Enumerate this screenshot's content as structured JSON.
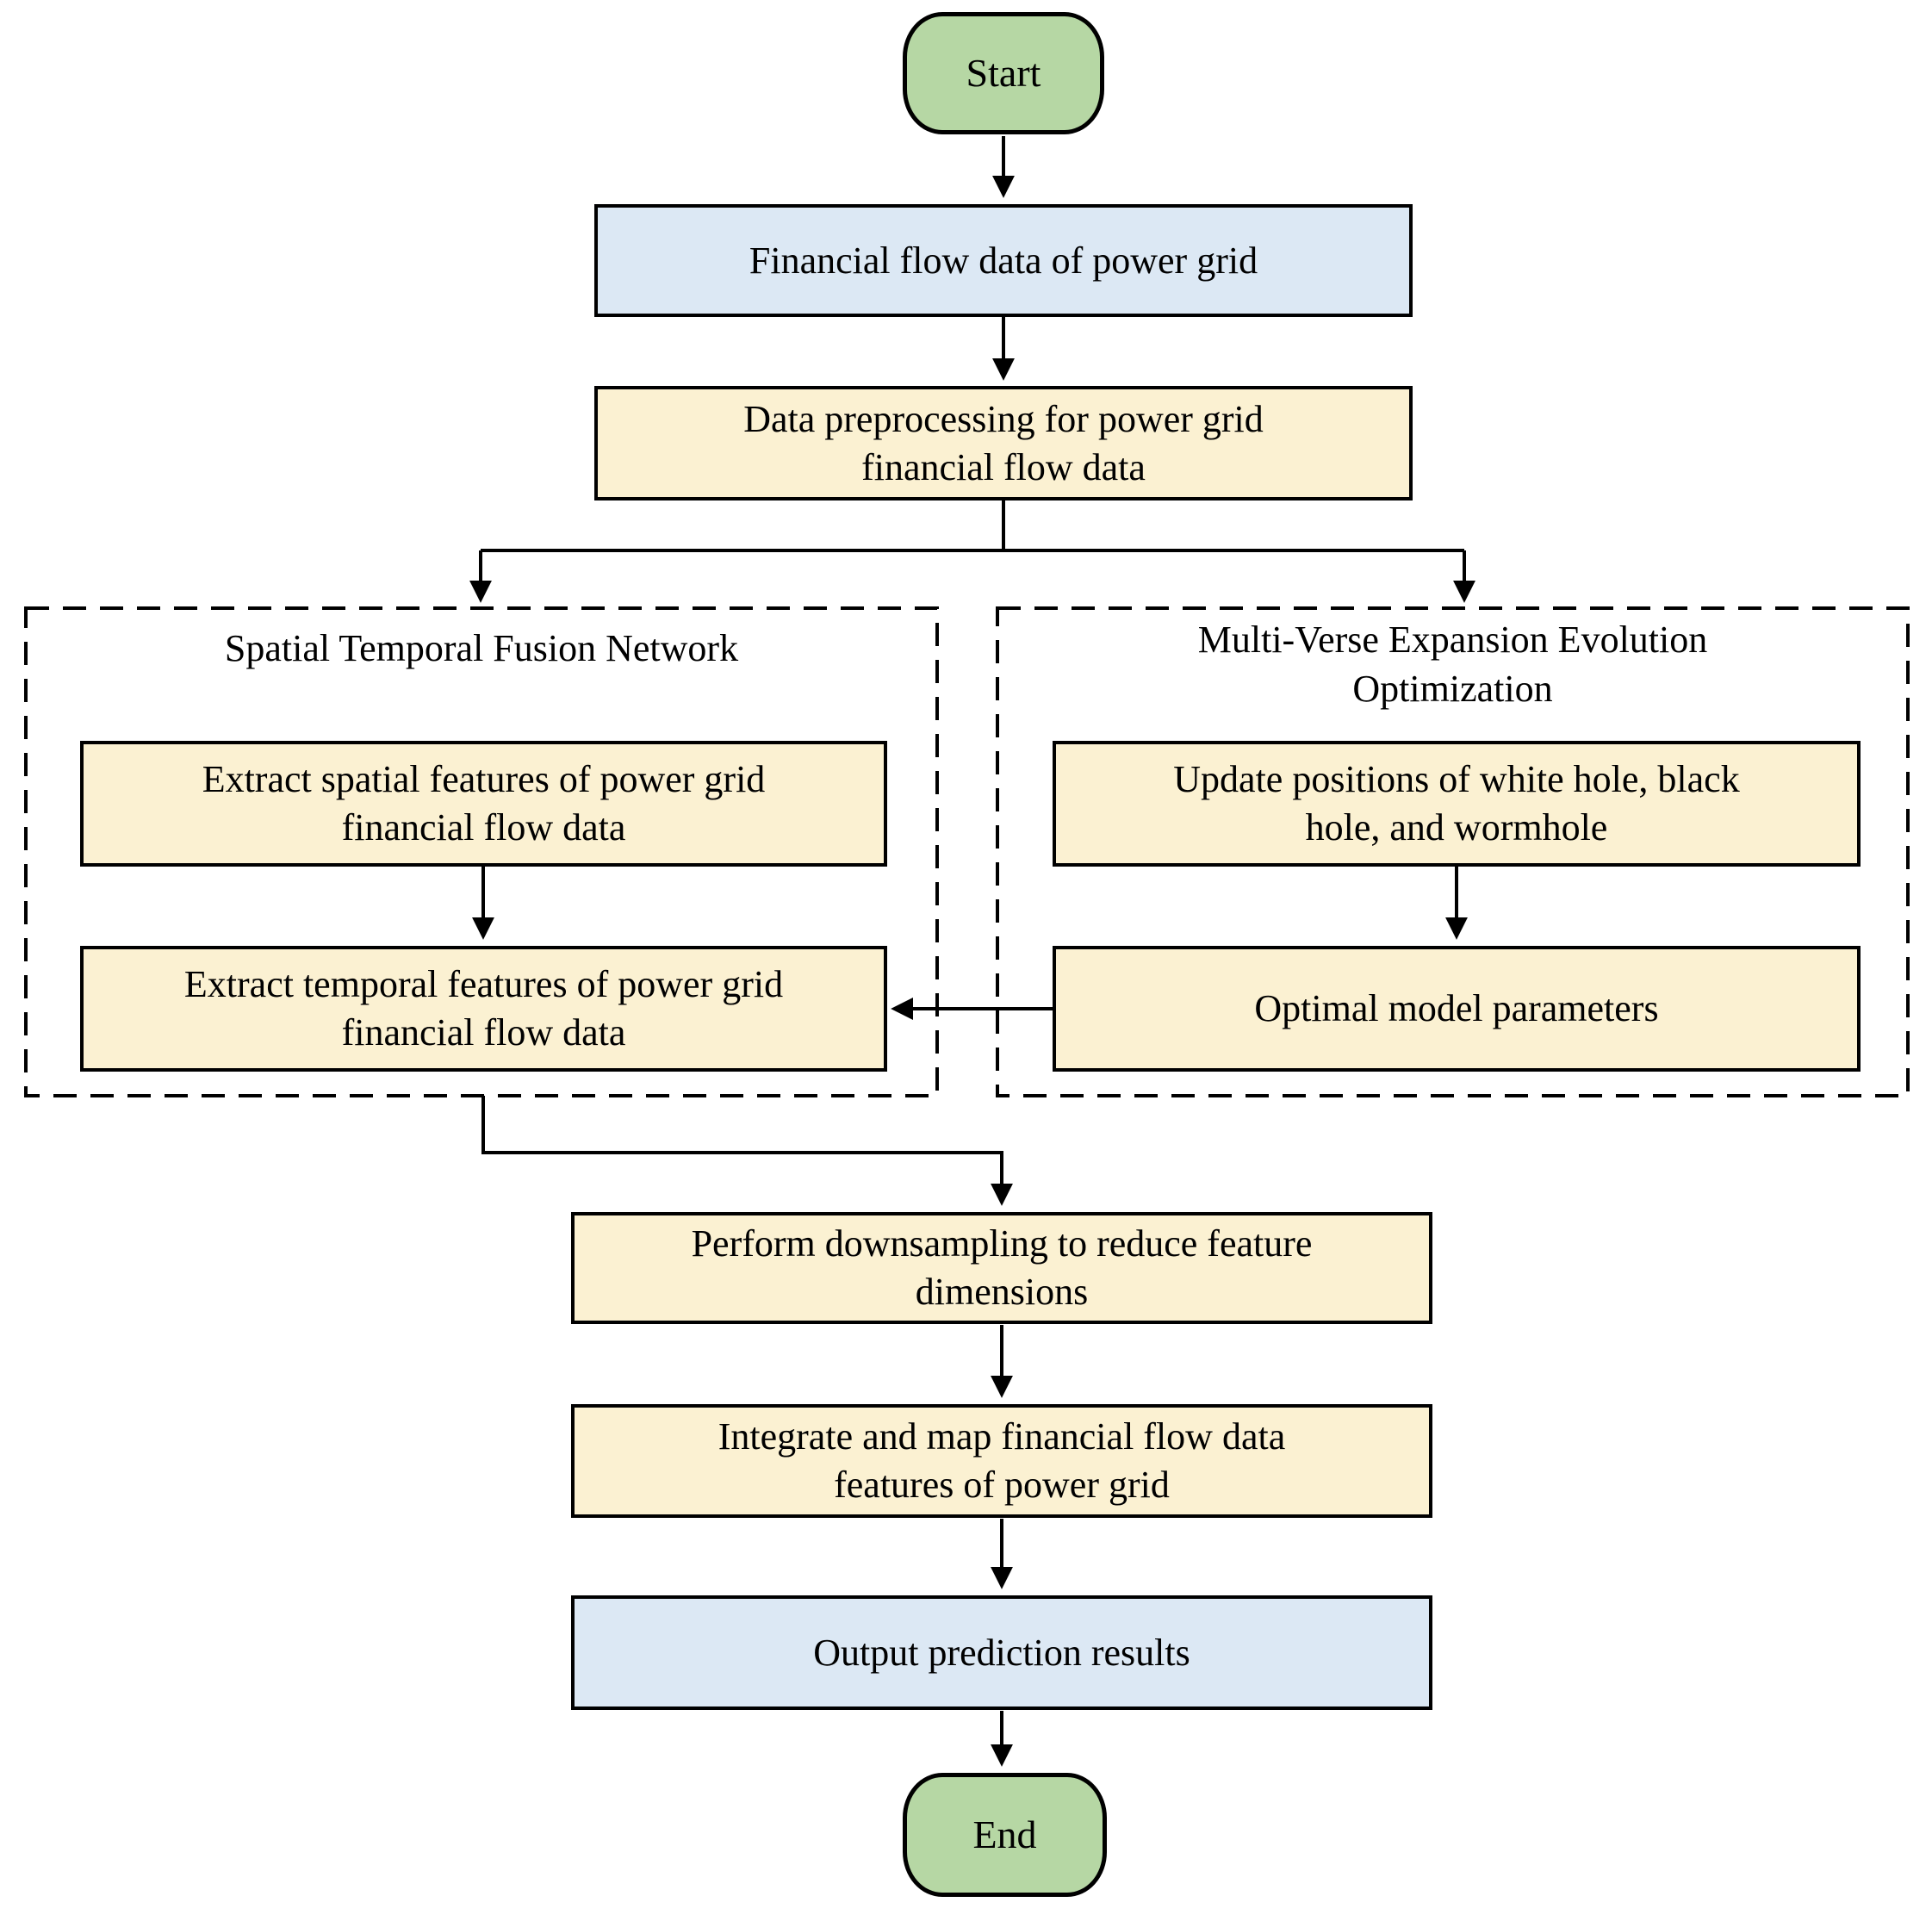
{
  "colors": {
    "terminator_fill": "#b6d7a4",
    "data_fill": "#dce8f4",
    "process_fill": "#fbf1d2",
    "line": "#000000",
    "background": "#ffffff"
  },
  "nodes": {
    "start": {
      "lines": [
        "Start"
      ]
    },
    "financial_data": {
      "lines": [
        "Financial flow data of power grid"
      ]
    },
    "preprocessing": {
      "lines": [
        "Data preprocessing for power grid",
        "financial flow data"
      ]
    },
    "extract_spatial": {
      "lines": [
        "Extract spatial features of power grid",
        "financial flow data"
      ]
    },
    "extract_temporal": {
      "lines": [
        "Extract temporal features of power grid",
        "financial flow data"
      ]
    },
    "update_positions": {
      "lines": [
        "Update positions of white hole, black",
        "hole, and wormhole"
      ]
    },
    "optimal_params": {
      "lines": [
        "Optimal model parameters"
      ]
    },
    "downsampling": {
      "lines": [
        "Perform downsampling to reduce feature",
        "dimensions"
      ]
    },
    "integrate": {
      "lines": [
        "Integrate and map financial flow data",
        "features of power grid"
      ]
    },
    "output": {
      "lines": [
        "Output prediction results"
      ]
    },
    "end": {
      "lines": [
        "End"
      ]
    }
  },
  "groups": {
    "stfn": {
      "title_lines": [
        "Spatial Temporal Fusion Network"
      ]
    },
    "mveo": {
      "title_lines": [
        "Multi-Verse Expansion Evolution",
        "Optimization"
      ]
    }
  }
}
